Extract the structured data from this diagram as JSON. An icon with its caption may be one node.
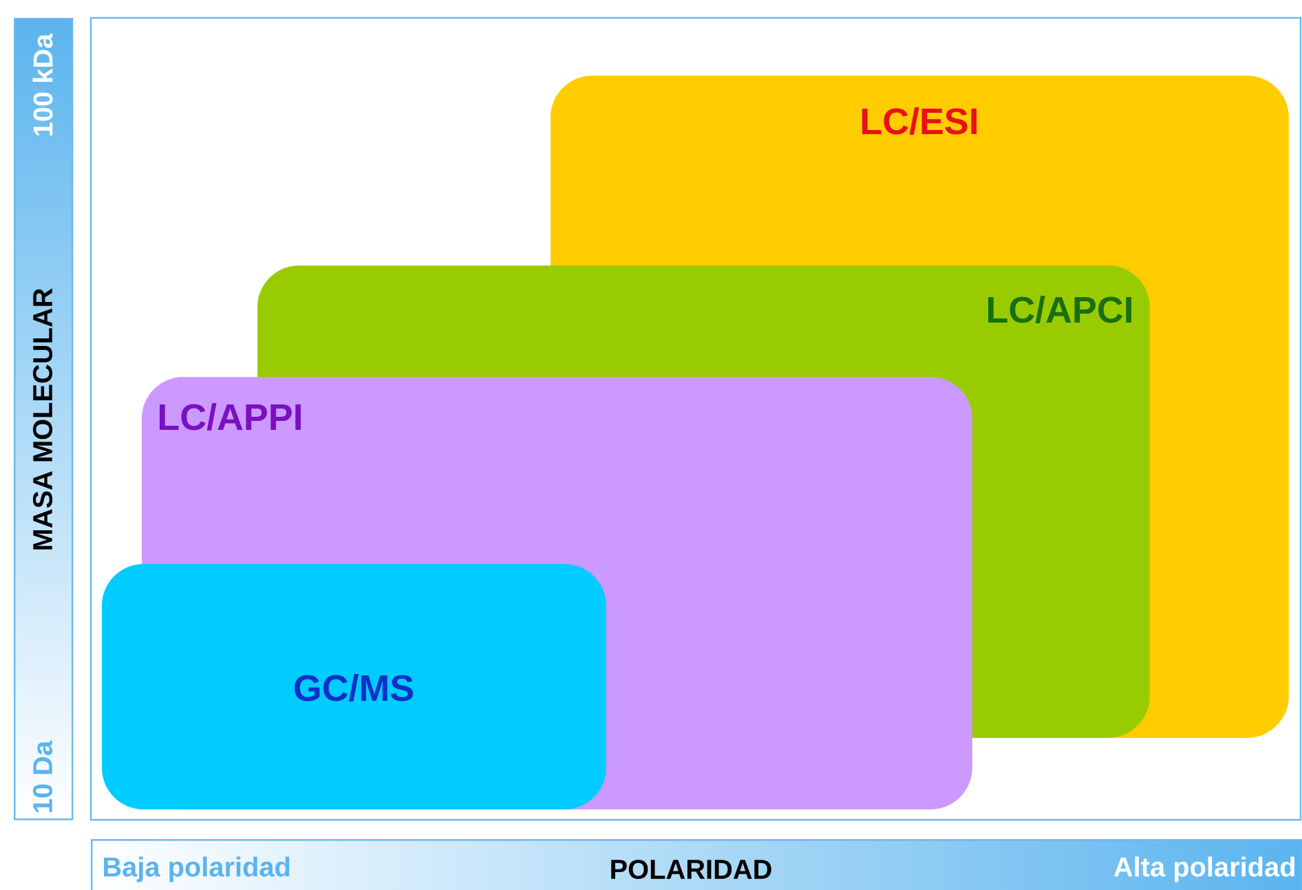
{
  "diagram": {
    "nodes": [
      {
        "text": [
          "100 kDa",
          "MASA MOLECULAR",
          "10 Da"
        ]
      },
      {
        "text": [
          "LC/ESI"
        ]
      },
      {
        "text": [
          "LC/APCI"
        ]
      },
      {
        "text": [
          "LC/APPI"
        ]
      },
      {
        "text": [
          "GC/MS"
        ]
      },
      {
        "text": [
          "Baja polaridad",
          "POLARIDAD",
          "Alta polaridad"
        ]
      }
    ]
  }
}
